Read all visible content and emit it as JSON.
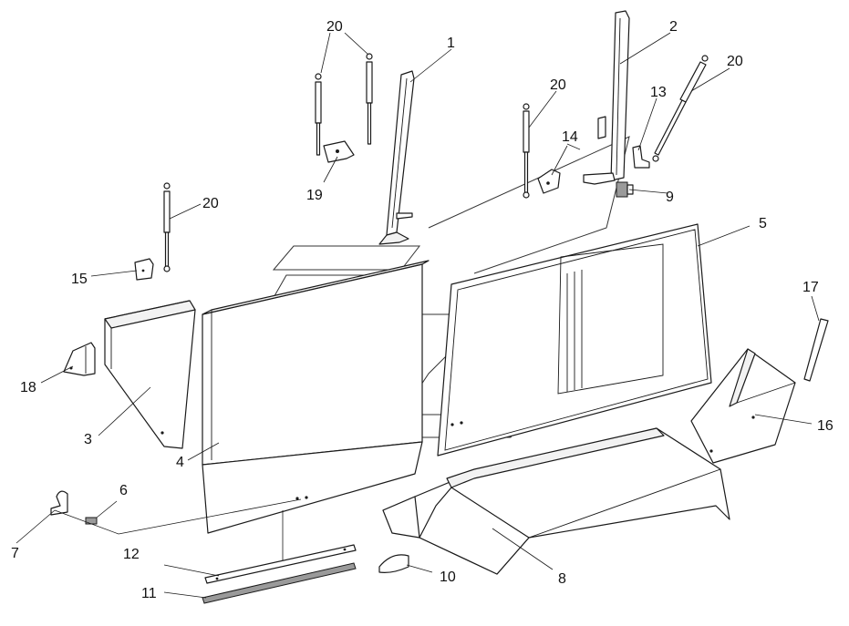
{
  "callouts": [
    {
      "id": "c1",
      "label": "1"
    },
    {
      "id": "c2",
      "label": "2"
    },
    {
      "id": "c3",
      "label": "3"
    },
    {
      "id": "c4",
      "label": "4"
    },
    {
      "id": "c5",
      "label": "5"
    },
    {
      "id": "c6",
      "label": "6"
    },
    {
      "id": "c7",
      "label": "7"
    },
    {
      "id": "c8",
      "label": "8"
    },
    {
      "id": "c9",
      "label": "9"
    },
    {
      "id": "c10",
      "label": "10"
    },
    {
      "id": "c11",
      "label": "11"
    },
    {
      "id": "c12",
      "label": "12"
    },
    {
      "id": "c13",
      "label": "13"
    },
    {
      "id": "c14",
      "label": "14"
    },
    {
      "id": "c15",
      "label": "15"
    },
    {
      "id": "c16",
      "label": "16"
    },
    {
      "id": "c17",
      "label": "17"
    },
    {
      "id": "c18",
      "label": "18"
    },
    {
      "id": "c19",
      "label": "19"
    },
    {
      "id": "c20a",
      "label": "20"
    },
    {
      "id": "c20b",
      "label": "20"
    },
    {
      "id": "c20c",
      "label": "20"
    },
    {
      "id": "c20d",
      "label": "20"
    }
  ]
}
